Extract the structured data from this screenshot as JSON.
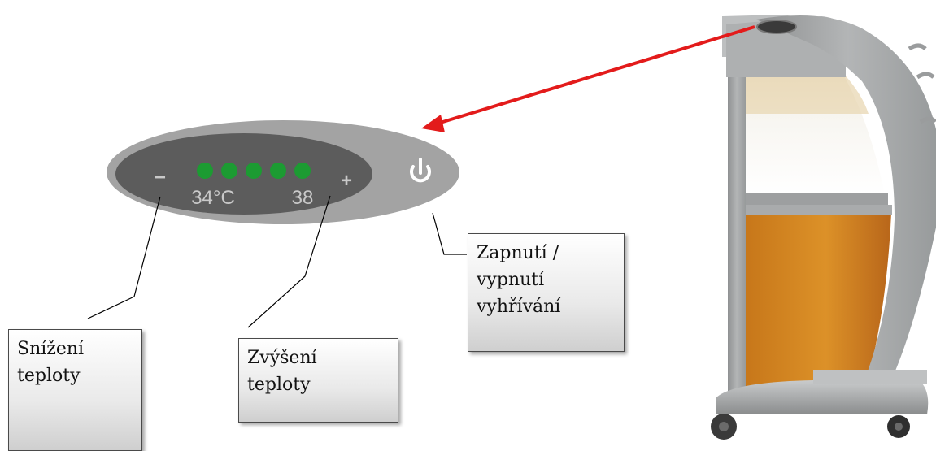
{
  "panel": {
    "minus_symbol": "−",
    "plus_symbol": "+",
    "temp_min": "34°C",
    "temp_max": "38",
    "led_count": 5,
    "led_color": "#1c9b32",
    "outer_color": "#a3a3a3",
    "inner_color": "#5c5c5c",
    "icon": "power-icon"
  },
  "callouts": {
    "decrease": [
      "Snížení",
      "teploty"
    ],
    "increase": [
      "Zvýšení",
      "teploty"
    ],
    "power": [
      "Zapnutí /",
      "vypnutí",
      "vyhřívání"
    ]
  },
  "arrow": {
    "color": "#e31b1b"
  },
  "device": {
    "body_color": "#a7a9aa",
    "accent_color": "#d68a1f"
  }
}
